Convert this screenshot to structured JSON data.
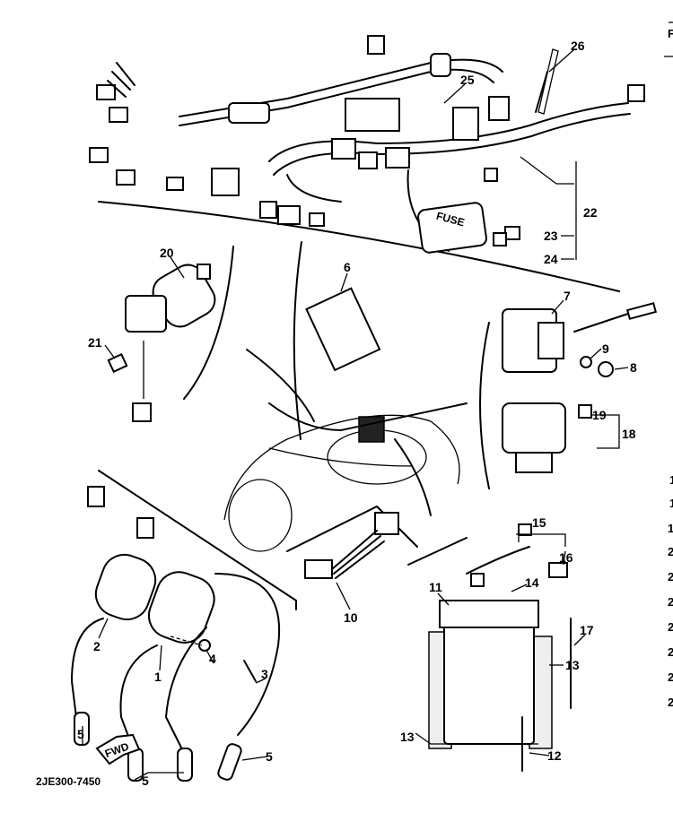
{
  "diagram_code": "2JE300-7450",
  "fwd_arrow_text": "FWD",
  "fuse_text": "FUSE",
  "callouts": {
    "c26": "26",
    "c25": "25",
    "c22": "22",
    "c23": "23",
    "c24": "24",
    "c20": "20",
    "c21": "21",
    "c6": "6",
    "c7": "7",
    "c9": "9",
    "c8": "8",
    "c19": "19",
    "c18": "18",
    "c10": "10",
    "c15": "15",
    "c16": "16",
    "c14": "14",
    "c11": "11",
    "c17": "17",
    "c13a": "13",
    "c13b": "13",
    "c12": "12",
    "c2": "2",
    "c1": "1",
    "c4": "4",
    "c3": "3",
    "c5a": "5",
    "c5b": "5",
    "c5c": "5"
  },
  "edge_fragments": [
    "F",
    "1",
    "1",
    "1",
    "2",
    "2",
    "2",
    "2",
    "2",
    "2",
    "2"
  ]
}
